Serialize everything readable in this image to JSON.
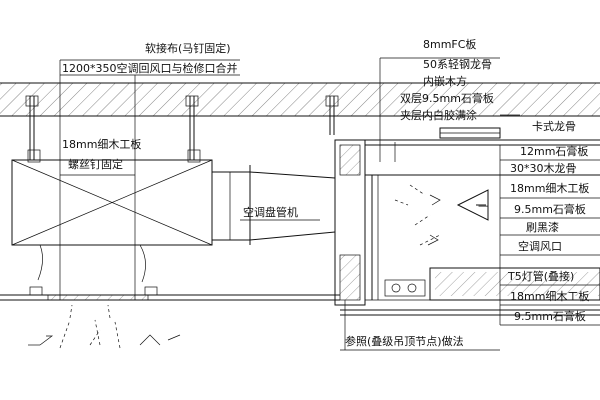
{
  "labels": {
    "soft_joint": "软接布(马钉固定)",
    "return_vent": "1200*350空调回风口与检修口合并",
    "fc_board": "8mmFC板",
    "steel_keel": "50系轻钢龙骨",
    "wood_square": "内嵌木方",
    "gypsum_double": "双层9.5mm石膏板",
    "latex_paint": "夹层内白胶满涂",
    "clip_keel": "卡式龙骨",
    "gypsum_12": "12mm石膏板",
    "keel_30": "30*30木龙骨",
    "plywood_18_a": "18mm细木工板",
    "gypsum_95_a": "9.5mm石膏板",
    "black_paint": "刷黑漆",
    "ac_outlet": "空调风口",
    "t5_tube": "T5灯管(叠接)",
    "plywood_18_b": "18mm细木工板",
    "gypsum_95_b": "9.5mm石膏板",
    "plywood_18_box": "18mm细木工板",
    "screw_fix": "螺丝钉固定",
    "ac_duct": "空调盘管机",
    "reference_note": "参照(叠级吊顶节点)做法"
  },
  "colors": {
    "line": "#111111",
    "background": "#ffffff"
  }
}
